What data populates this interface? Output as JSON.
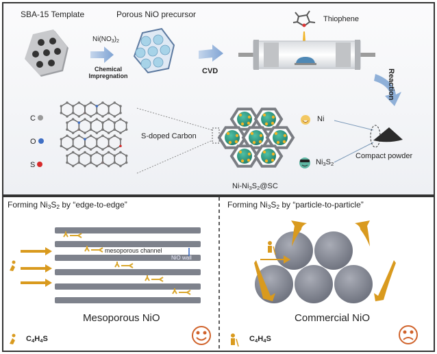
{
  "top_panel": {
    "sba15_label": "SBA-15 Template",
    "precursor_label": "Porous NiO precursor",
    "ni_nitrate": {
      "main": "Ni(NO",
      "sub": "3",
      "tail": ")",
      "sub2": "2"
    },
    "impregnation_line1": "Chemical",
    "impregnation_line2": "Impregnation",
    "cvd_label": "CVD",
    "thiophene_label": "Thiophene",
    "reaction_label": "Reaction",
    "legend": [
      {
        "symbol": "C",
        "color": "#9a9a9a"
      },
      {
        "symbol": "O",
        "color": "#3f6fc4"
      },
      {
        "symbol": "S",
        "color": "#d62a2a"
      }
    ],
    "sdoped_label": "S-doped Carbon",
    "ni_label": "Ni",
    "ni3s2_label": {
      "a": "Ni",
      "b": "3",
      "c": "S",
      "d": "2"
    },
    "compact_powder_label": "Compact powder",
    "composite_label": {
      "a": "Ni-Ni",
      "b": "3",
      "c": "S",
      "d": "2",
      "e": "@SC"
    }
  },
  "left_panel": {
    "title": {
      "a": "Forming  Ni",
      "b": "3",
      "c": "S",
      "d": "2",
      "e": " by “edge-to-edge”"
    },
    "channel_label": "mesoporous channel",
    "wall_label": "NiO wall",
    "caption": "Mesoporous NiO",
    "legend_formula": {
      "a": "C",
      "b": "4",
      "c": "H",
      "d": "4",
      "e": "S"
    },
    "mood": "happy"
  },
  "right_panel": {
    "title": {
      "a": "Forming  Ni",
      "b": "3",
      "c": "S",
      "d": "2",
      "e": " by “particle-to-particle”"
    },
    "caption": "Commercial NiO",
    "legend_formula": {
      "a": "C",
      "b": "4",
      "c": "H",
      "d": "4",
      "e": "S"
    },
    "mood": "sad"
  },
  "colors": {
    "accent_orange": "#d99a1e",
    "arrow_blue": "#8fb0d8",
    "wall_gray": "#7e828c",
    "pore_blue": "#b7dceb",
    "teal": "#2f9e86",
    "face_orange": "#d0622a"
  }
}
